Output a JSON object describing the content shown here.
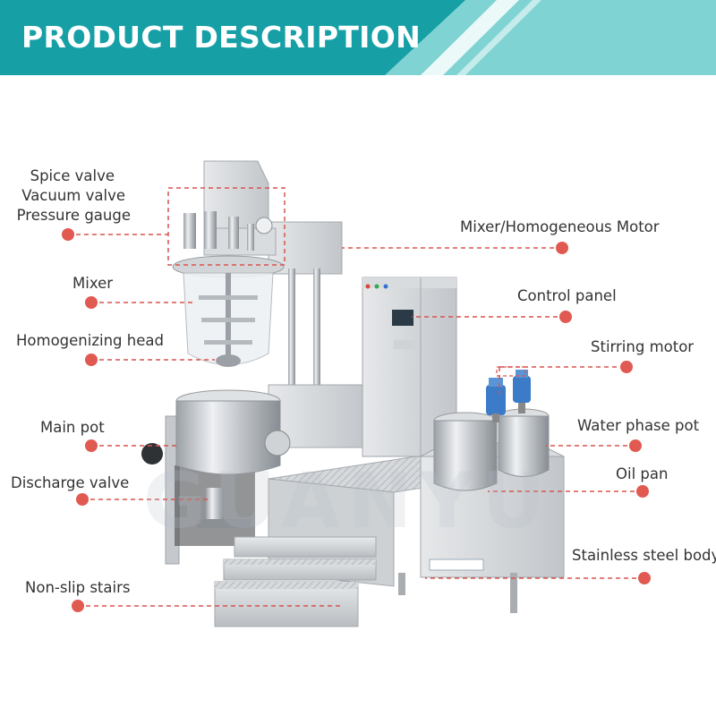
{
  "header": {
    "title": "PRODUCT DESCRIPTION",
    "colors": {
      "bar": "#1aa3a8",
      "light": "#7fd3d3"
    }
  },
  "watermark": {
    "text": "GUANYU"
  },
  "labels": {
    "spice_valve": "Spice valve",
    "vacuum_valve": "Vacuum valve",
    "pressure_gauge": "Pressure gauge",
    "mixer_motor": "Mixer/Homogeneous Motor",
    "mixer": "Mixer",
    "control_panel": "Control panel",
    "homogenizing_head": "Homogenizing head",
    "stirring_motor": "Stirring motor",
    "main_pot": "Main pot",
    "water_phase_pot": "Water phase pot",
    "oil_pan": "Oil pan",
    "discharge_valve": "Discharge valve",
    "stainless_body": "Stainless steel body",
    "non_slip_stairs": "Non-slip stairs"
  },
  "colors": {
    "callout": "#e05a52",
    "steel": "#c9ccd0",
    "steel_dark": "#9ea3a8"
  }
}
